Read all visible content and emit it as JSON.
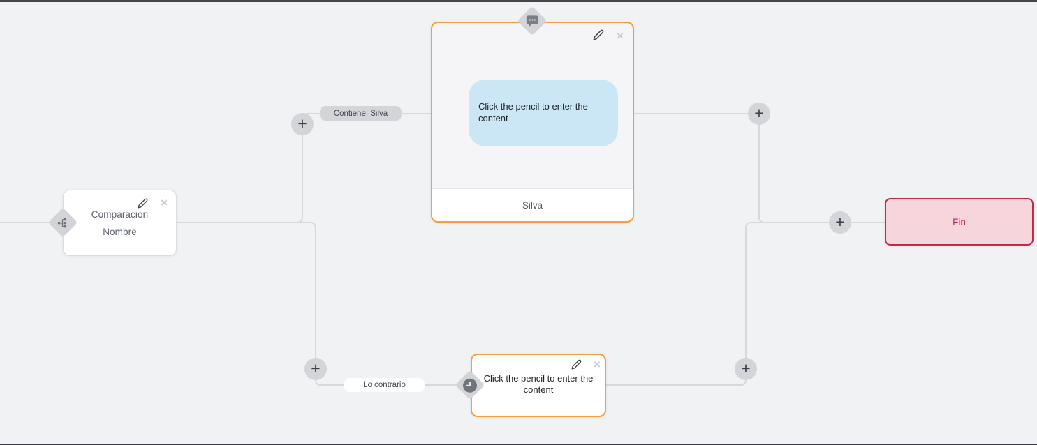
{
  "flow": {
    "condition_node": {
      "title_line1": "Comparación",
      "title_line2": "Nombre"
    },
    "message_node": {
      "placeholder": "Click the pencil to enter the content",
      "footer": "Silva"
    },
    "delay_node": {
      "placeholder": "Click the pencil to enter the content"
    },
    "end_node": {
      "label": "Fin"
    },
    "edge_labels": {
      "contains": "Contiene: Silva",
      "otherwise": "Lo contrario"
    }
  },
  "icons": {
    "plus": "+",
    "close": "×",
    "edit": "pencil-icon",
    "condition": "branch-icon",
    "message": "chat-bubble-icon",
    "delay": "clock-icon"
  },
  "colors": {
    "canvas_bg": "#f1f2f4",
    "accent_orange": "#f69d3c",
    "end_border": "#c5294a",
    "end_bg": "#f6d6dc",
    "bubble_bg": "#cbe7f6",
    "edge": "#d6d8da",
    "pill_gray": "#d3d5d9",
    "diamond": "#d2d4d8",
    "frame_bar": "#42464d"
  }
}
